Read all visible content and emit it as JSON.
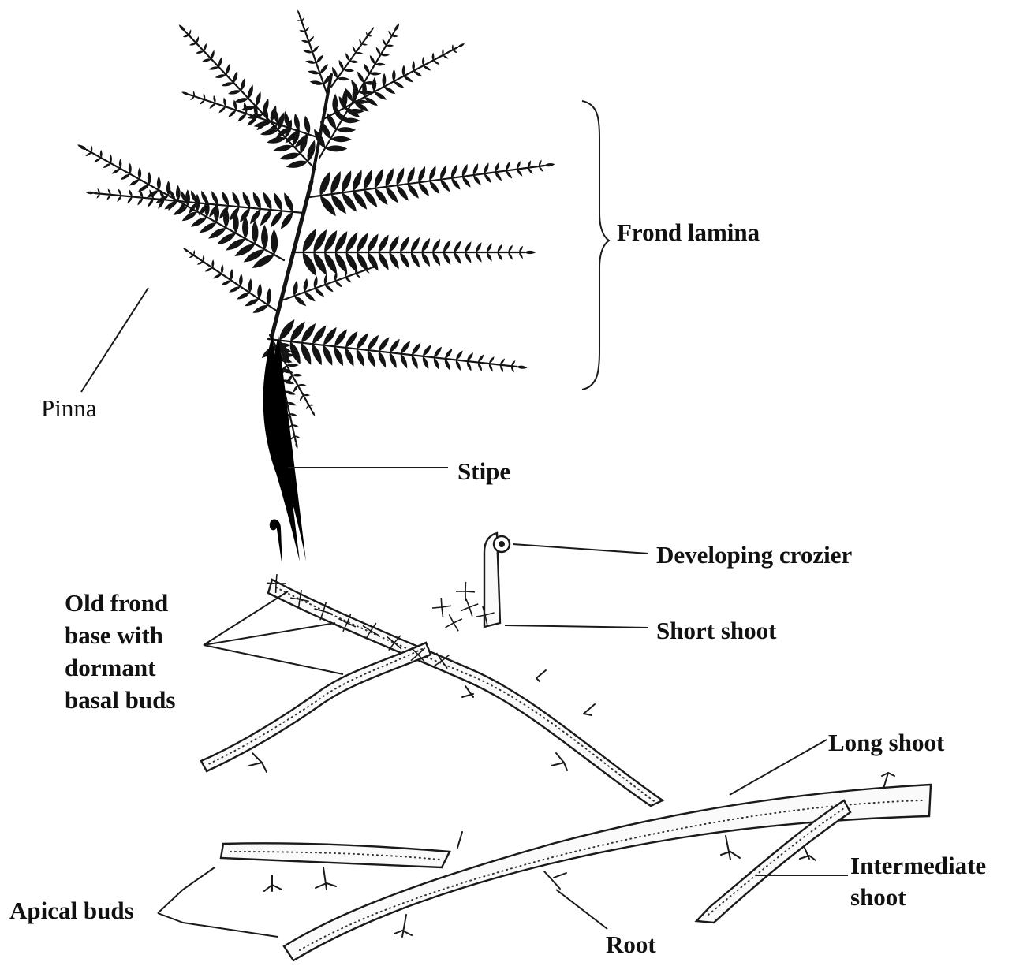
{
  "labels": {
    "frond_lamina": "Frond lamina",
    "pinna": "Pinna",
    "stipe": "Stipe",
    "developing_crozier": "Developing crozier",
    "short_shoot": "Short shoot",
    "old_frond_base": [
      "Old frond",
      "base with",
      "dormant",
      "basal buds"
    ],
    "long_shoot": "Long shoot",
    "intermediate_shoot": [
      "Intermediate",
      "shoot"
    ],
    "apical_buds": "Apical buds",
    "root": "Root"
  },
  "colors": {
    "ink": "#141414",
    "paper": "#ffffff"
  }
}
